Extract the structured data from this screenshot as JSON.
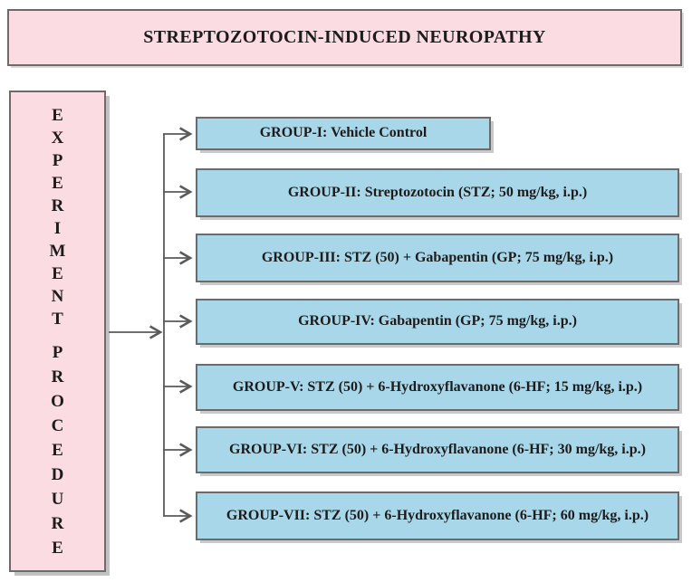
{
  "title": "STREPTOZOTOCIN-INDUCED NEUROPATHY",
  "sidebar": {
    "full_text": "EXPERIMENT PROCEDURE",
    "word1_letters": [
      "E",
      "X",
      "P",
      "E",
      "R",
      "I",
      "M",
      "E",
      "N",
      "T"
    ],
    "word2_letters": [
      "P",
      "R",
      "O",
      "C",
      "E",
      "D",
      "U",
      "R",
      "E"
    ]
  },
  "groups": [
    {
      "id": "group-1",
      "label": "GROUP-I: Vehicle Control"
    },
    {
      "id": "group-2",
      "label": "GROUP-II: Streptozotocin (STZ; 50 mg/kg, i.p.)"
    },
    {
      "id": "group-3",
      "label": "GROUP-III: STZ (50) + Gabapentin (GP; 75 mg/kg, i.p.)"
    },
    {
      "id": "group-4",
      "label": "GROUP-IV: Gabapentin (GP; 75 mg/kg, i.p.)"
    },
    {
      "id": "group-5",
      "label": "GROUP-V: STZ (50) + 6-Hydroxyflavanone (6-HF; 15 mg/kg, i.p.)"
    },
    {
      "id": "group-6",
      "label": "GROUP-VI: STZ (50) + 6-Hydroxyflavanone (6-HF; 30 mg/kg, i.p.)"
    },
    {
      "id": "group-7",
      "label": "GROUP-VII: STZ (50) + 6-Hydroxyflavanone (6-HF; 60 mg/kg, i.p.)"
    }
  ],
  "colors": {
    "pink_fill": "#fbdce3",
    "blue_fill": "#a8d7e9",
    "box_border": "#6b6b6b",
    "connector": "#5a5a5a",
    "text": "#1c1c1c"
  }
}
